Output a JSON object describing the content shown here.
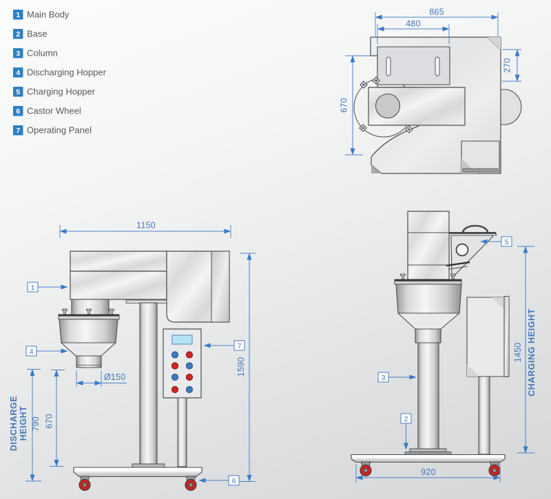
{
  "legend": {
    "items": [
      {
        "num": "1",
        "label": "Main Body"
      },
      {
        "num": "2",
        "label": "Base"
      },
      {
        "num": "3",
        "label": "Column"
      },
      {
        "num": "4",
        "label": "Discharging Hopper"
      },
      {
        "num": "5",
        "label": "Charging Hopper"
      },
      {
        "num": "6",
        "label": "Castor Wheel"
      },
      {
        "num": "7",
        "label": "Operating Panel"
      }
    ]
  },
  "top_view": {
    "dim_overall_width": "865",
    "dim_inner_width": "480",
    "dim_right_depth": "270",
    "dim_left_depth": "670"
  },
  "front_view": {
    "dim_width": "1150",
    "dim_spout_diameter": "Ø150",
    "dim_spout_to_base": "670",
    "dim_discharge_height": "790",
    "dim_total_height": "1590",
    "label_discharge_line1": "DISCHARGE",
    "label_discharge_line2": "HEIGHT",
    "callout_main_body": "1",
    "callout_discharging_hopper": "4",
    "callout_operating_panel": "7",
    "callout_castor_wheel": "6"
  },
  "side_view": {
    "dim_base_width": "920",
    "dim_charging_height": "1450",
    "label_charging_height": "CHARGING HEIGHT",
    "callout_charging_hopper": "5",
    "callout_column": "3",
    "callout_base": "2"
  },
  "colors": {
    "dimension_blue": "#4b80c2",
    "legend_badge_blue": "#2e80c4",
    "button_red": "#d32525",
    "button_blue": "#3c7ac2",
    "wheel_red": "#cd2424",
    "display_blue": "#b7e3f6"
  }
}
